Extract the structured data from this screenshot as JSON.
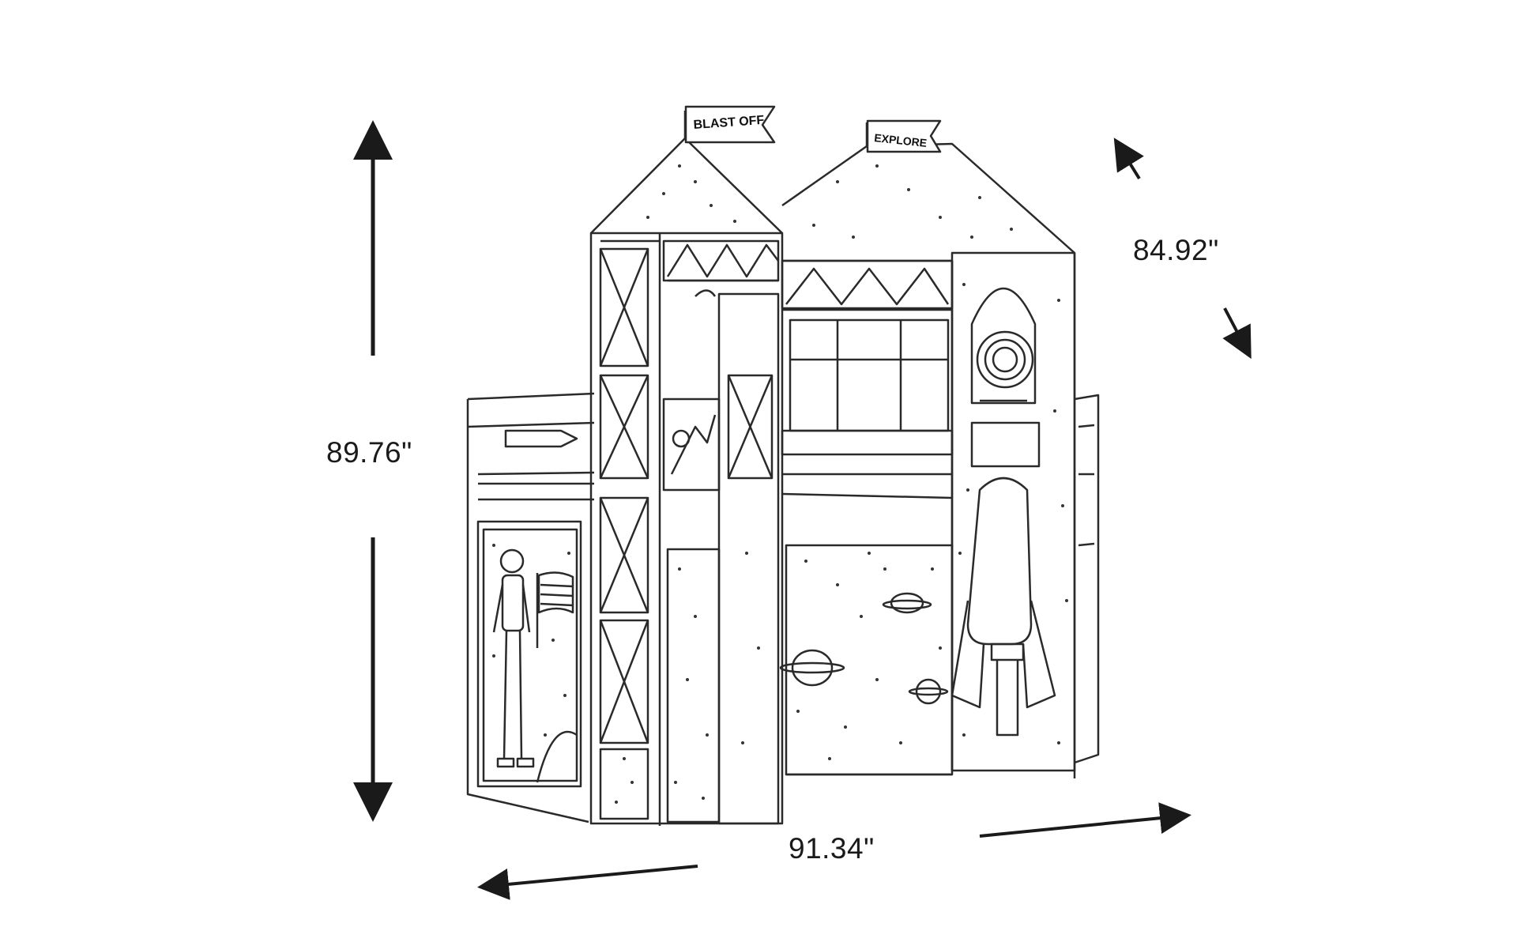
{
  "dimensions": {
    "height": "89.76\"",
    "depth": "84.92\"",
    "width": "91.34\""
  },
  "flags": {
    "left": "BLAST OFF",
    "right": "EXPLORE"
  },
  "colors": {
    "line": "#1a1a1a",
    "background": "#ffffff"
  }
}
